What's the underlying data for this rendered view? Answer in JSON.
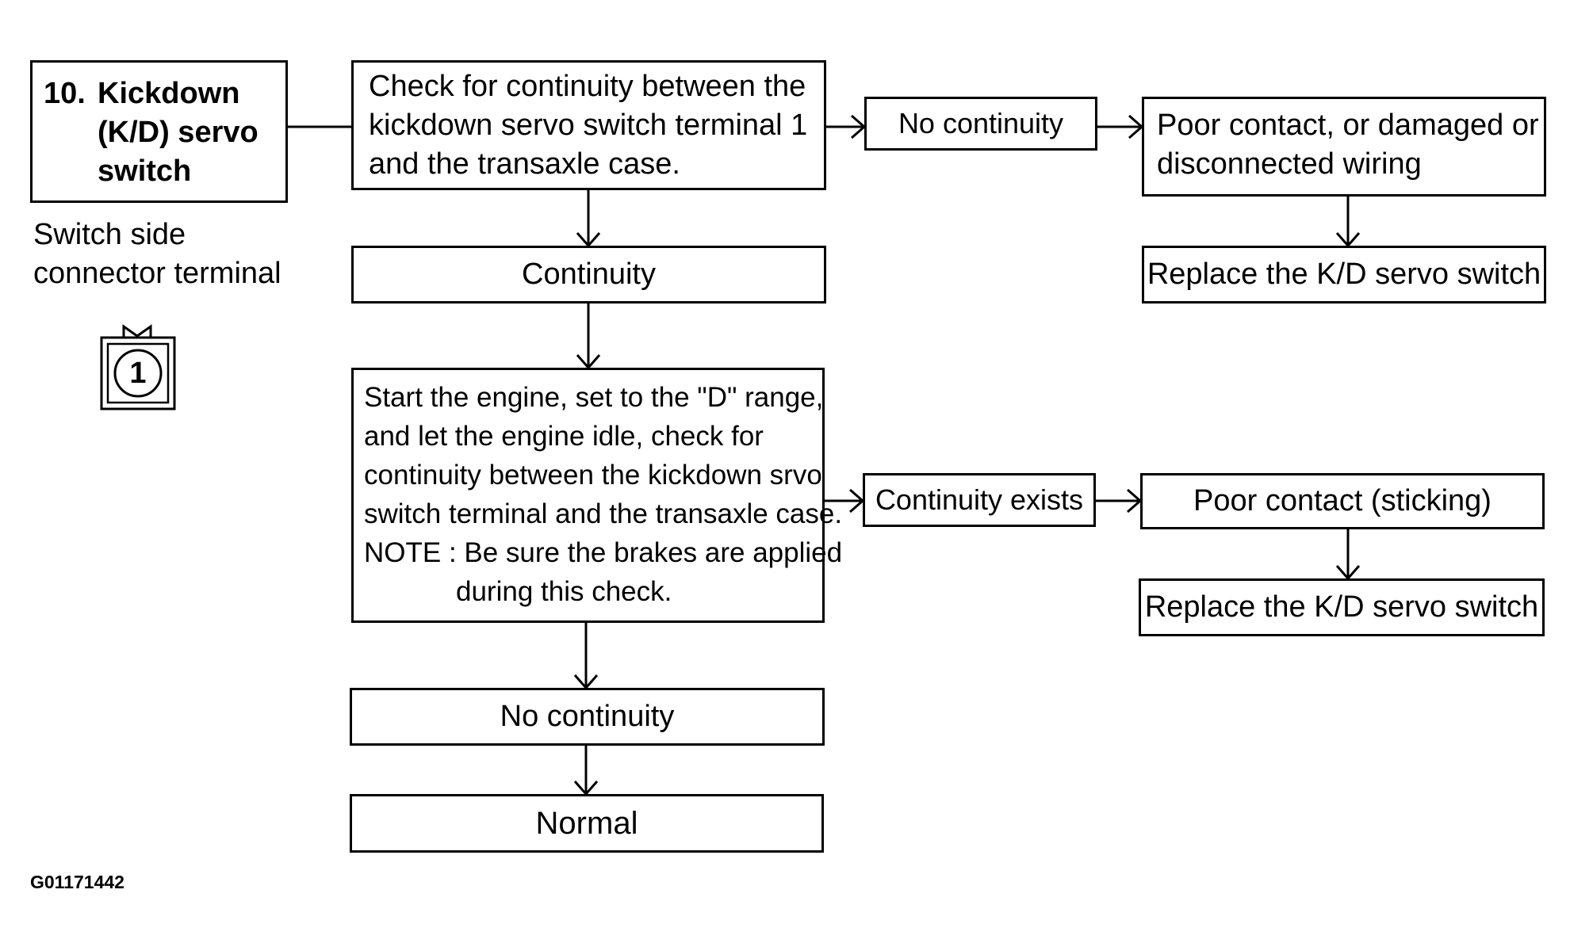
{
  "title": {
    "number": "10.",
    "lines": [
      "Kickdown",
      "(K/D) servo",
      "switch"
    ]
  },
  "connector": {
    "label_lines": [
      "Switch side",
      "connector terminal"
    ],
    "terminal_number": "1"
  },
  "steps": {
    "check1_lines": [
      "Check for continuity between the",
      "kickdown servo switch terminal 1",
      "and the transaxle case."
    ],
    "continuity": "Continuity",
    "check2_lines": [
      "Start the engine, set to the \"D\" range,",
      "and let the engine idle, check for",
      "continuity between the kickdown srvo",
      "switch terminal and the transaxle case.",
      "NOTE : Be sure the brakes are applied",
      "during this check."
    ],
    "no_continuity_bottom": "No continuity",
    "normal": "Normal"
  },
  "branch1": {
    "result": "No continuity",
    "cause_lines": [
      "Poor contact, or damaged or",
      "disconnected wiring"
    ],
    "action": "Replace the K/D servo switch"
  },
  "branch2": {
    "result": "Continuity exists",
    "cause": "Poor contact (sticking)",
    "action": "Replace the K/D servo switch"
  },
  "figure_id": "G01171442"
}
